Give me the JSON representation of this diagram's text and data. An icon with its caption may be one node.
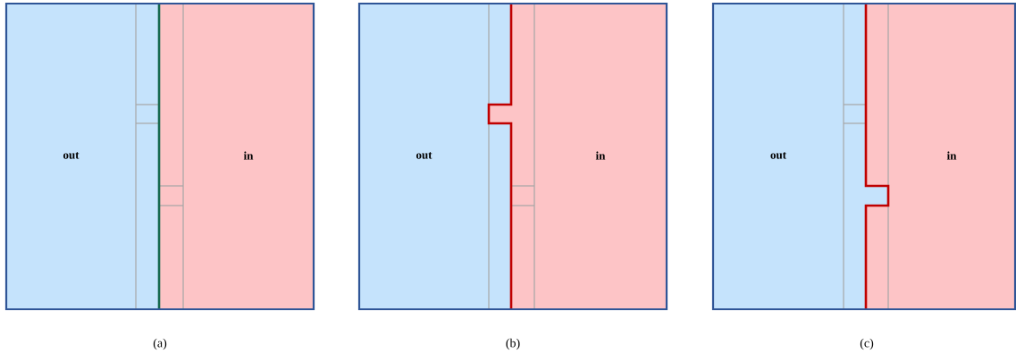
{
  "diagram": {
    "nodes": [
      {
        "text": [],
        "shape": "box",
        "beside": [
          "(a)"
        ]
      },
      {
        "text": [
          "out"
        ],
        "in": 0
      },
      {
        "text": [
          "in"
        ],
        "in": 0
      },
      {
        "text": [],
        "shape": "box",
        "beside": [
          "(b)"
        ]
      },
      {
        "text": [
          "out"
        ],
        "in": 3
      },
      {
        "text": [
          "in"
        ],
        "in": 3
      },
      {
        "text": [],
        "shape": "box",
        "beside": [
          "(c)"
        ]
      },
      {
        "text": [
          "out"
        ],
        "in": 6
      },
      {
        "text": [
          "in"
        ],
        "in": 6
      }
    ]
  }
}
